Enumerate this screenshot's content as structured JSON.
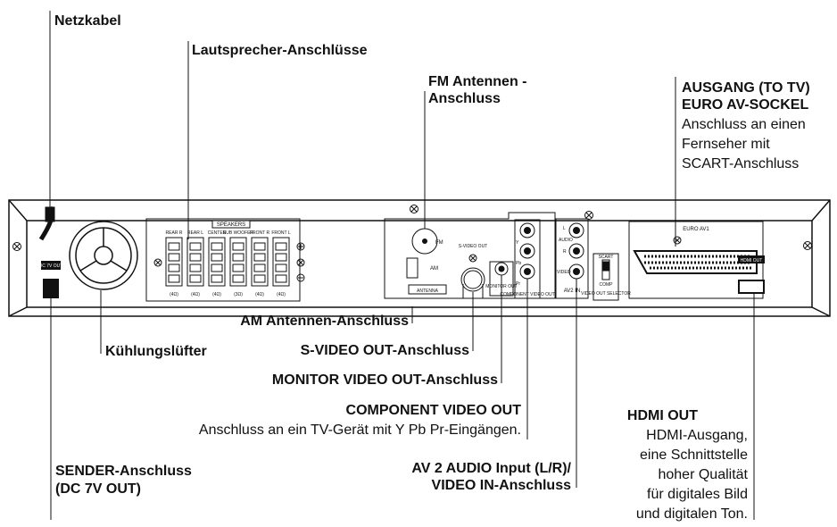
{
  "labels": {
    "netzkabel": "Netzkabel",
    "lautsprecher": "Lautsprecher-Anschlüsse",
    "fm_line1": "FM Antennen -",
    "fm_line2": "Anschluss",
    "ausgang_line1": "AUSGANG (TO TV)",
    "ausgang_line2": "EURO AV-SOCKEL",
    "ausgang_desc1": "Anschluss an einen",
    "ausgang_desc2": "Fernseher mit",
    "ausgang_desc3": "SCART-Anschluss",
    "am": "AM Antennen-Anschluss",
    "kuehlung": "Kühlungslüfter",
    "svideo": "S-VIDEO OUT-Anschluss",
    "monitor": "MONITOR VIDEO OUT-Anschluss",
    "component_title": "COMPONENT VIDEO OUT",
    "component_desc": "Anschluss an ein TV-Gerät mit Y Pb Pr-Eingängen.",
    "hdmi_title": "HDMI OUT",
    "hdmi_desc1": "HDMI-Ausgang,",
    "hdmi_desc2": "eine Schnittstelle",
    "hdmi_desc3": "hoher Qualität",
    "hdmi_desc4": "für digitales Bild",
    "hdmi_desc5": "und digitalen Ton.",
    "sender_line1": "SENDER-Anschluss",
    "sender_line2": "(DC 7V OUT)",
    "av2_line1": "AV 2 AUDIO Input (L/R)/",
    "av2_line2": "VIDEO IN-Anschluss"
  },
  "panel": {
    "speakers": "SPEAKERS",
    "ch_rear_r": "REAR R",
    "ch_rear_l": "REAR L",
    "ch_center": "CENTER",
    "ch_sub": "SUB WOOFER",
    "ch_front_r": "FRONT R",
    "ch_front_l": "FRONT L",
    "imp_4": "(4Ω)",
    "imp_3": "(3Ω)",
    "fm": "FM",
    "am": "AM",
    "antenna": "ANTENNA",
    "svideo": "S-VIDEO OUT",
    "monitor": "MONITOR OUT",
    "component": "COMPONENT VIDEO OUT",
    "y": "Y",
    "pb": "Pb",
    "pr": "Pr",
    "audio": "AUDIO",
    "l": "L",
    "r": "R",
    "video": "VIDEO",
    "av2in": "AV2 IN",
    "scart": "SCART",
    "comp": "COMP",
    "selector": "VIDEO OUT SELECTOR",
    "euro": "EURO AV1",
    "hdmi": "HDMI OUT",
    "dc": "DC 7V OUT"
  }
}
